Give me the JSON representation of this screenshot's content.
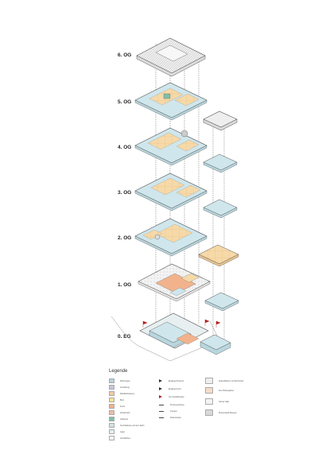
{
  "floors": [
    {
      "id": "og6",
      "label": "6. OG"
    },
    {
      "id": "og5",
      "label": "5. OG"
    },
    {
      "id": "og4",
      "label": "4. OG"
    },
    {
      "id": "og3",
      "label": "3. OG"
    },
    {
      "id": "og2",
      "label": "2. OG"
    },
    {
      "id": "og1",
      "label": "1. OG"
    },
    {
      "id": "eg0",
      "label": "0. EG"
    }
  ],
  "colors": {
    "outline": "#555555",
    "roof": "#eeeeee",
    "flat_blue": "#cfe6ec",
    "unit_orange": "#f6d9a8",
    "salmon": "#f2b38c",
    "red_flag": "#b02020"
  },
  "legend": {
    "title": "Legende",
    "col1": [
      {
        "label": "Wohnungen",
        "color": "#b5d3df"
      },
      {
        "label": "Verwaltung",
        "color": "#c9c3dd"
      },
      {
        "label": "Wohlfahrtsräume",
        "color": "#f3c9a3"
      },
      {
        "label": "Büro",
        "color": "#f6e19a"
      },
      {
        "label": "Kunst",
        "color": "#f1b28d"
      },
      {
        "label": "Infrastruktur",
        "color": "#f0bba8"
      },
      {
        "label": "Cafeteria",
        "color": "#7fbfa8"
      },
      {
        "label": "Technikräume auf dem Dach",
        "color": "#cfe3e5"
      },
      {
        "label": "Lager",
        "color": "#e2eef0"
      },
      {
        "label": "Grünflächen",
        "color": "#f1f4f4"
      }
    ],
    "col2": [
      {
        "label": "Eingang Personal",
        "kind": "tri",
        "color": "#333333"
      },
      {
        "label": "Eingang Kunst",
        "kind": "tri",
        "color": "#333333"
      },
      {
        "label": "Um-/Ausfahrtweite",
        "kind": "tri",
        "color": "#b02020"
      },
      {
        "label": "Personenaufzug",
        "kind": "line"
      },
      {
        "label": "Treppen",
        "kind": "line"
      },
      {
        "label": "Nebentreppe",
        "kind": "line"
      }
    ],
    "col3": [
      {
        "label": "Außenflächen mit Sichtschutz",
        "color": "#eeeeee"
      },
      {
        "label": "Frei-/Wintergärten",
        "color": "#f6dcc8"
      },
      {
        "label": "Grüner Saal",
        "color": "#f3f3f3"
      },
      {
        "label": "Photovoltaik-Paneele",
        "color": "#d9d9d9"
      }
    ]
  }
}
